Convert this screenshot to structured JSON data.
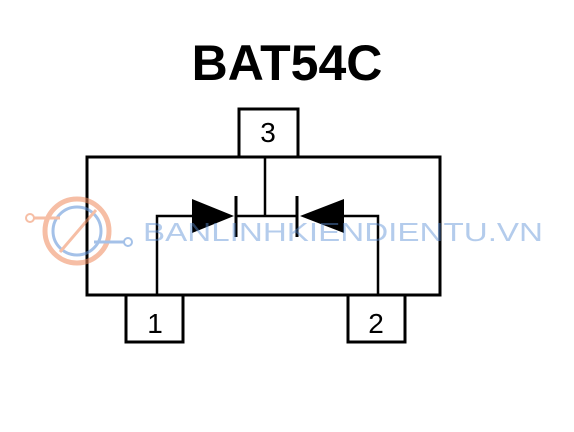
{
  "part_number": "BAT54C",
  "pins": {
    "pin1": "1",
    "pin2": "2",
    "pin3": "3"
  },
  "watermark": {
    "text": "BANLINHKIENDIENTU.VN",
    "color": "#5b8fd6"
  },
  "colors": {
    "ink": "#000000",
    "watermark_logo_orange": "#f08a5d",
    "watermark_logo_blue": "#5b8fd6"
  }
}
